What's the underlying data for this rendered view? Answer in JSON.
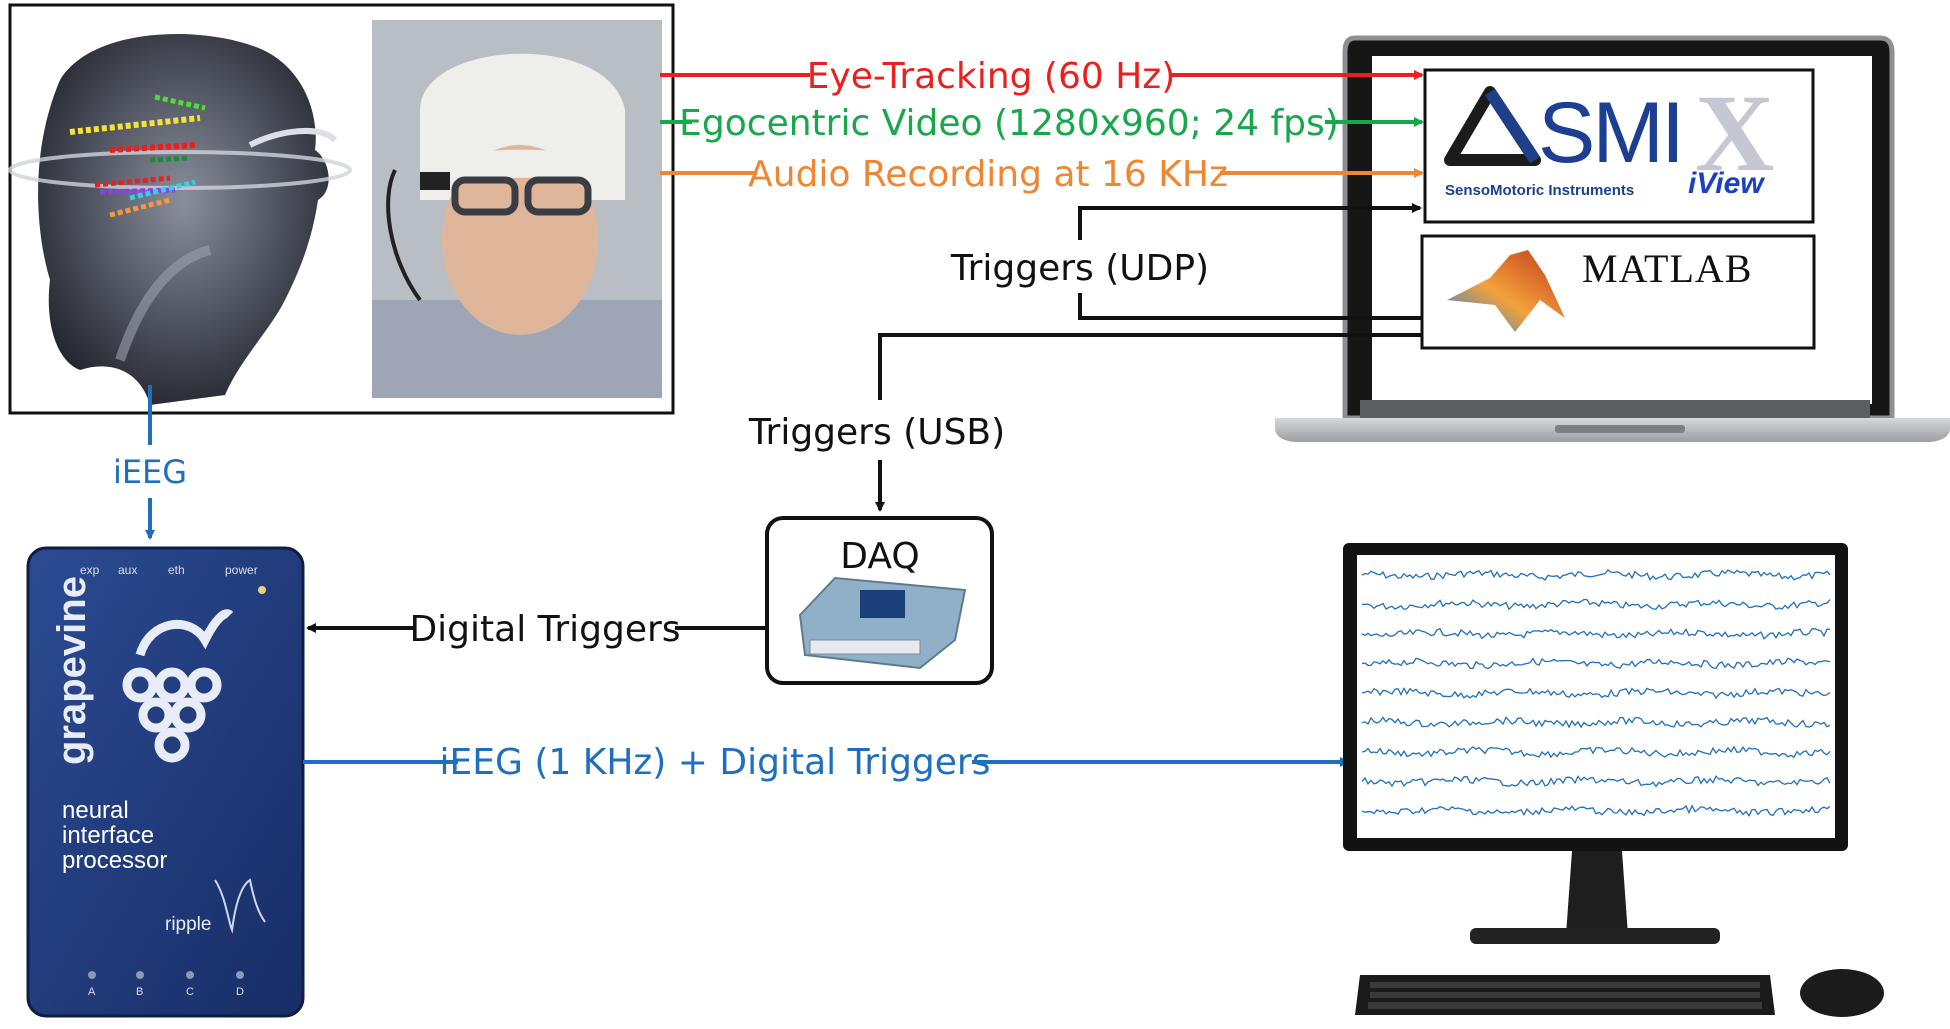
{
  "labels": {
    "eye_tracking": "Eye-Tracking (60 Hz)",
    "ego_video": "Egocentric Video (1280x960; 24 fps)",
    "audio": "Audio Recording at 16 KHz",
    "triggers_udp": "Triggers (UDP)",
    "triggers_usb": "Triggers (USB)",
    "ieeg": "iEEG",
    "daq": "DAQ",
    "digital_triggers": "Digital Triggers",
    "ieeg_digital": "iEEG (1 KHz) + Digital Triggers"
  },
  "smi": {
    "name": "SMI",
    "company": "SensoMotoric Instruments",
    "iview": "iView",
    "x_mark": "X"
  },
  "matlab": {
    "name": "MATLAB"
  },
  "grapevine": {
    "brand": "grapevine",
    "line1": "neural",
    "line2": "interface",
    "line3": "processor",
    "ripple": "ripple",
    "ports": [
      "exp",
      "aux",
      "eth",
      "power"
    ],
    "channels": [
      "A",
      "B",
      "C",
      "D"
    ]
  },
  "colors": {
    "red": "#e8211f",
    "green": "#16a84a",
    "orange": "#ee8633",
    "blue": "#1f6fbf",
    "black": "#111111",
    "device_blue": "#1f3a7a"
  }
}
